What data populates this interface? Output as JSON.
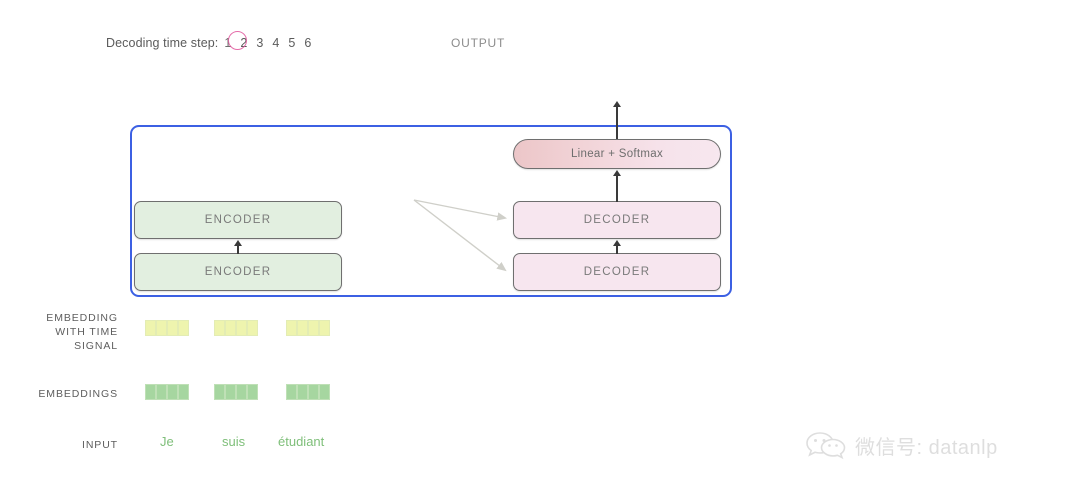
{
  "header": {
    "timestep_label": "Decoding time step:",
    "steps": [
      "1",
      "2",
      "3",
      "4",
      "5",
      "6"
    ],
    "active_step": "1",
    "active_step_color": "#e0539b",
    "output_label": "OUTPUT"
  },
  "model": {
    "border_color": "#3c60e3",
    "linear_softmax": "Linear + Softmax",
    "encoder_stack": [
      {
        "label": "ENCODER"
      },
      {
        "label": "ENCODER"
      }
    ],
    "decoder_stack": [
      {
        "label": "DECODER"
      },
      {
        "label": "DECODER"
      }
    ],
    "encoder_color": "#e2efe0",
    "decoder_color": "#f7e6ef"
  },
  "rows": {
    "embedding_time_label": "EMBEDDING\nWITH TIME\nSIGNAL",
    "embedding_time_label_lines": [
      "EMBEDDING",
      "WITH TIME",
      "SIGNAL"
    ],
    "embeddings_label": "EMBEDDINGS",
    "input_label": "INPUT",
    "time_signal_cell_color": "#eef4ae",
    "embedding_cell_color": "#a6d6a0",
    "cells_per_group": 4,
    "groups": 3
  },
  "input_tokens": [
    "Je",
    "suis",
    "étudiant"
  ],
  "watermark": {
    "text": "微信号: datanlp",
    "icon": "wechat-icon"
  }
}
